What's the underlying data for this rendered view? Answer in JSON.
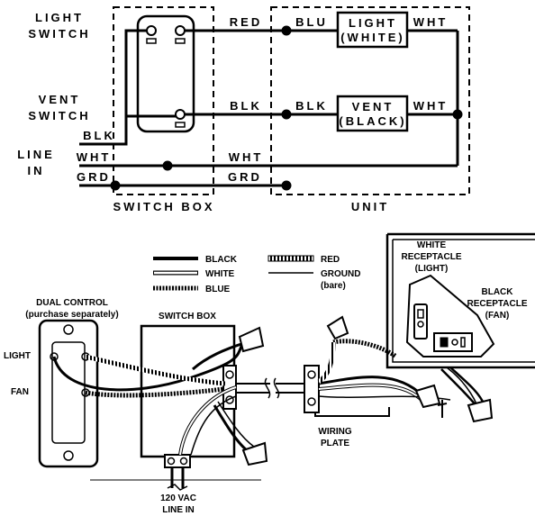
{
  "schematic": {
    "light_switch": [
      "LIGHT",
      "SWITCH"
    ],
    "vent_switch": [
      "VENT",
      "SWITCH"
    ],
    "line_in": [
      "LINE",
      "IN"
    ],
    "left_wires": {
      "blk": "BLK",
      "wht": "WHT",
      "grd": "GRD"
    },
    "mid_wires": {
      "red": "RED",
      "blk": "BLK",
      "wht": "WHT",
      "grd": "GRD"
    },
    "unit_wires": {
      "blu": "BLU",
      "blk": "BLK",
      "wht_top": "WHT",
      "wht_bottom": "WHT"
    },
    "light_box": [
      "LIGHT",
      "(WHITE)"
    ],
    "vent_box": [
      "VENT",
      "(BLACK)"
    ],
    "switch_box_label": "SWITCH BOX",
    "unit_label": "UNIT"
  },
  "legend": {
    "black": "BLACK",
    "white": "WHITE",
    "blue": "BLUE",
    "red": "RED",
    "ground": "GROUND",
    "ground_note": "(bare)"
  },
  "pictorial": {
    "dual_control": [
      "DUAL CONTROL",
      "(purchase separately)"
    ],
    "light": "LIGHT",
    "fan": "FAN",
    "switch_box": "SWITCH BOX",
    "line_in": [
      "120 VAC",
      "LINE IN"
    ],
    "wiring_plate": [
      "WIRING",
      "PLATE"
    ],
    "white_receptacle": [
      "WHITE",
      "RECEPTACLE",
      "(LIGHT)"
    ],
    "black_receptacle": [
      "BLACK",
      "RECEPTACLE",
      "(FAN)"
    ]
  },
  "colors": {
    "ink": "#000000",
    "paper": "#ffffff"
  }
}
